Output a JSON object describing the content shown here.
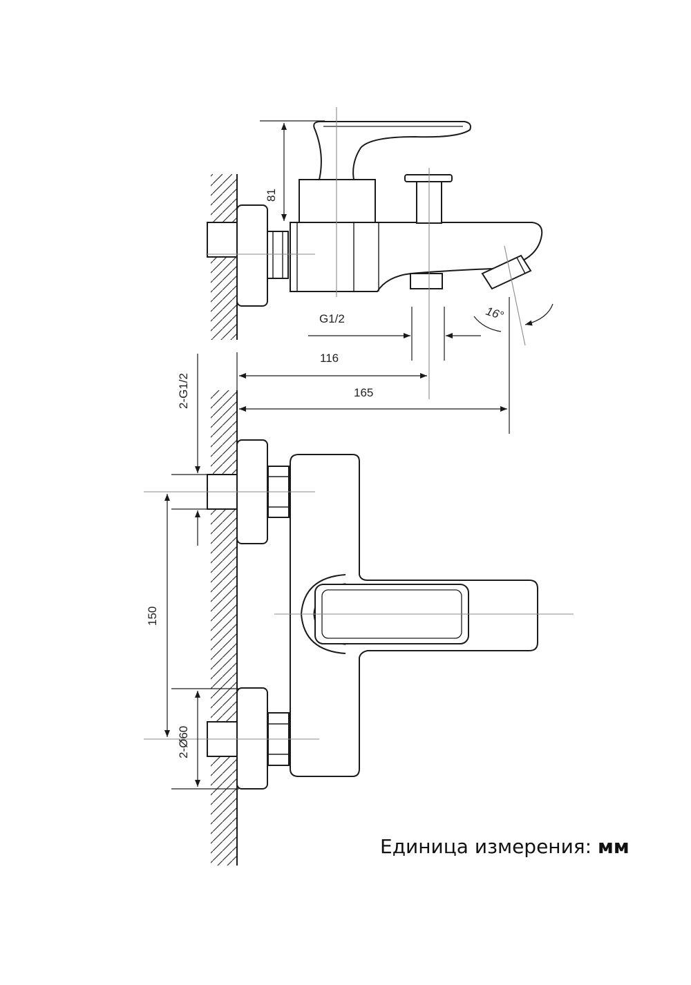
{
  "drawing": {
    "dims": {
      "d81": "81",
      "g12": "G1/2",
      "d116": "116",
      "d165": "165",
      "angle": "16°",
      "g12x2": "2-G1/2",
      "d150": "150",
      "d60x2": "2-Ø60"
    },
    "colors": {
      "line": "#1a1a1a",
      "center": "#8a8a8a"
    }
  },
  "unit_note": {
    "label": "Единица измерения:",
    "value": "мм"
  }
}
